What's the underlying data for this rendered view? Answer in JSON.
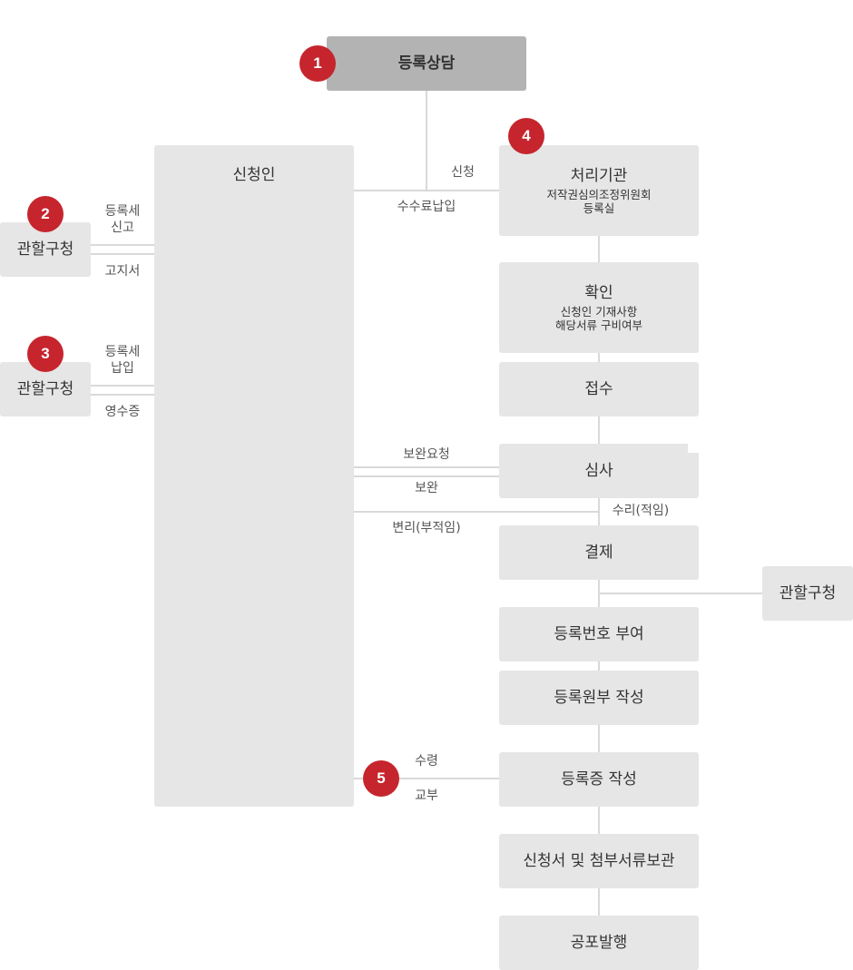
{
  "steps": {
    "consult": "등록상담",
    "applicant": "신청인",
    "agency": {
      "title": "처리기관",
      "line1": "저작권심의조정위원회",
      "line2": "등록실"
    },
    "confirm": {
      "title": "확인",
      "line1": "신청인 기재사항",
      "line2": "해당서류 구비여부"
    },
    "receipt": "접수",
    "review": "심사",
    "payment": "결제",
    "assign_number": "등록번호 부여",
    "register_book": "등록원부 작성",
    "certificate": "등록증 작성",
    "archive": "신청서 및 첨부서류보관",
    "publish": "공포발행"
  },
  "district_office": "관할구청",
  "labels": {
    "apply": "신청",
    "fee_payment": "수수료납입",
    "tax_report": "등록세\n신고",
    "notice": "고지서",
    "tax_pay": "등록세\n납입",
    "receipt_slip": "영수증",
    "supplement_request": "보완요청",
    "supplement": "보완",
    "rejection": "변리(부적임)",
    "accept": "수리(적임)",
    "receive": "수령",
    "deliver": "교부"
  },
  "badges": [
    "1",
    "2",
    "3",
    "4",
    "5"
  ],
  "colors": {
    "badge": "#c6252d",
    "box": "#e6e6e6",
    "box_dark": "#b3b3b3",
    "line": "#d9d9d9"
  }
}
